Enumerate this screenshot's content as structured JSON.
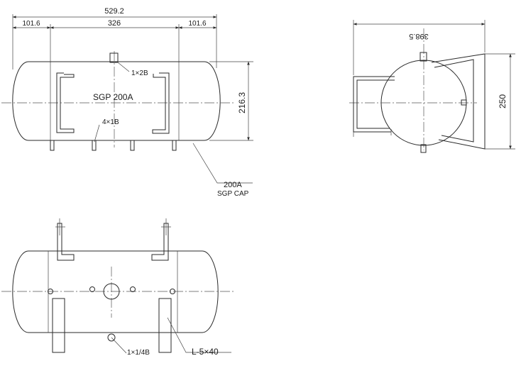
{
  "front_view": {
    "overall_length": "529.2",
    "left_end_length": "101.6",
    "shell_length": "326",
    "right_end_length": "101.6",
    "shell_label": "SGP 200A",
    "height_dim": "216.3",
    "top_nozzle_label": "1×2B",
    "bottom_nozzles_label": "4×1B",
    "cap_size": "200A",
    "cap_label": "SGP CAP"
  },
  "side_view": {
    "width_dim": "398.5",
    "height_dim": "250"
  },
  "plan_view": {
    "drain_label": "1×1/4B",
    "angle_label": "L-5×40"
  }
}
